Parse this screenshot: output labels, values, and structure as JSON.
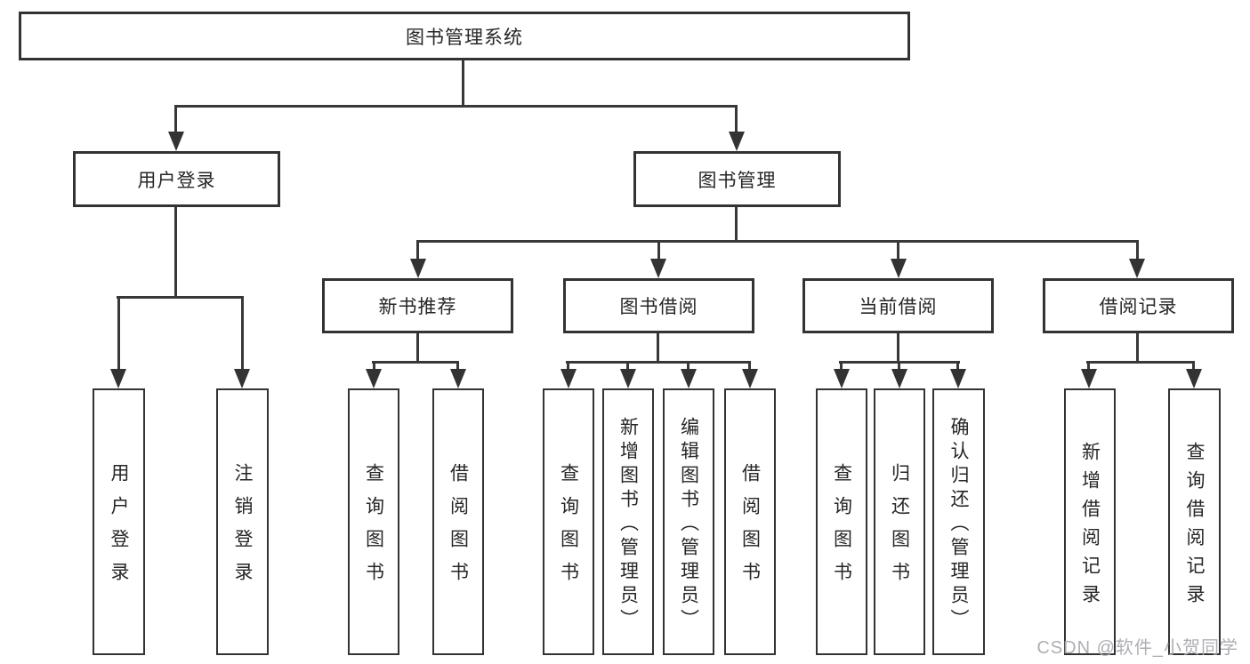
{
  "diagram": {
    "root": {
      "label": "图书管理系统"
    },
    "level2": [
      {
        "label": "用户登录"
      },
      {
        "label": "图书管理"
      }
    ],
    "level3": [
      {
        "label": "新书推荐"
      },
      {
        "label": "图书借阅"
      },
      {
        "label": "当前借阅"
      },
      {
        "label": "借阅记录"
      }
    ],
    "leaves": [
      {
        "label": "用户登录"
      },
      {
        "label": "注销登录"
      },
      {
        "label": "查询图书"
      },
      {
        "label": "借阅图书"
      },
      {
        "label": "查询图书"
      },
      {
        "label": "新增图书（管理员）"
      },
      {
        "label": "编辑图书（管理员）"
      },
      {
        "label": "借阅图书"
      },
      {
        "label": "查询图书"
      },
      {
        "label": "归还图书"
      },
      {
        "label": "确认归还（管理员）"
      },
      {
        "label": "新增借阅记录"
      },
      {
        "label": "查询借阅记录"
      }
    ]
  },
  "watermark": {
    "text": "CSDN @软件_小贺同学"
  },
  "colors": {
    "line": "#383838",
    "border": "#333333",
    "text": "#262626",
    "watermark": "#aaaab0",
    "background": "#ffffff"
  }
}
